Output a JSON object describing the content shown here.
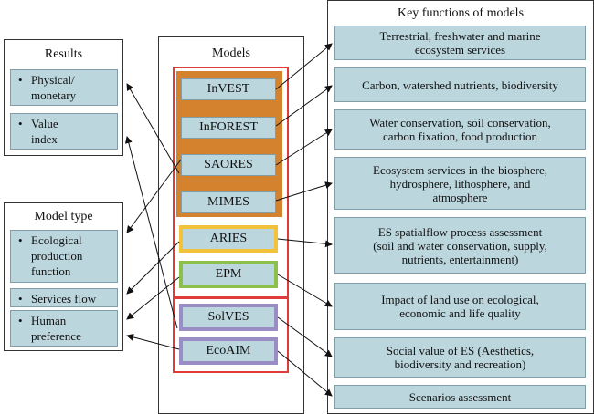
{
  "results": {
    "title": "Results",
    "items": [
      {
        "bullet": "•",
        "lines": [
          "Physical/",
          "monetary"
        ]
      },
      {
        "bullet": "•",
        "lines": [
          "Value",
          "index"
        ]
      }
    ]
  },
  "model_type": {
    "title": "Model type",
    "items": [
      {
        "bullet": "•",
        "lines": [
          "Ecological",
          "production",
          "function"
        ]
      },
      {
        "bullet": "•",
        "lines": [
          "Services flow"
        ]
      },
      {
        "bullet": "•",
        "lines": [
          "Human",
          "preference"
        ]
      }
    ]
  },
  "models": {
    "title": "Models",
    "items": [
      "InVEST",
      "InFOREST",
      "SAORES",
      "MIMES",
      "ARIES",
      "EPM",
      "SolVES",
      "EcoAIM"
    ]
  },
  "key_functions": {
    "title": "Key functions of models",
    "items": [
      [
        "Terrestrial, freshwater and marine",
        "ecosystem services"
      ],
      [
        "Carbon, watershed nutrients, biodiversity"
      ],
      [
        "Water conservation, soil conservation,",
        "carbon fixation, food production"
      ],
      [
        "Ecosystem services in the biosphere,",
        "hydrosphere, lithosphere, and",
        "atmosphere"
      ],
      [
        "ES spatialflow process assessment",
        "(soil and water conservation, supply,",
        "nutrients, entertainment)"
      ],
      [
        "Impact of land use on ecological,",
        "economic and life quality"
      ],
      [
        "Social value of ES (Aesthetics,",
        "biodiversity and recreation)"
      ],
      [
        "Scenarios assessment"
      ]
    ]
  },
  "colors": {
    "box_fill": "#bcd6de",
    "orange": "#d4822e",
    "yellow_border": "#f2c23a",
    "green_border": "#8cc04a",
    "purple_border": "#9a8cc4",
    "red_frame": "#e03b3b"
  }
}
